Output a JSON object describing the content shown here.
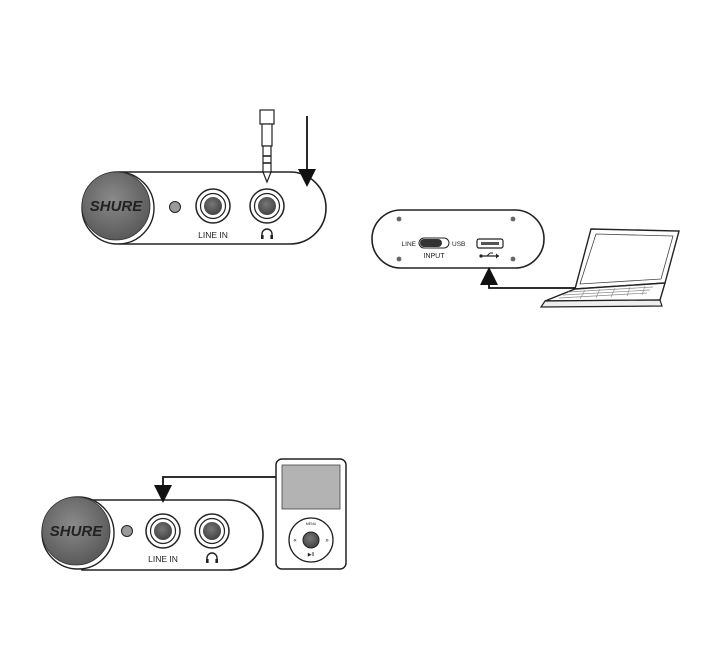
{
  "brand": "SHURE",
  "amp_top": {
    "line_in_label": "LINE IN"
  },
  "amp_bottom": {
    "line_in_label": "LINE IN"
  },
  "amp_back": {
    "switch_left_label": "LINE",
    "switch_right_label": "USB",
    "switch_caption": "INPUT"
  },
  "player": {
    "wheel_top_label": "MENU",
    "wheel_left_label": "«",
    "wheel_right_label": "»",
    "wheel_bottom_label": "▶II"
  },
  "icons": [
    "headphone-icon",
    "usb-icon",
    "laptop-icon",
    "media-player-icon",
    "audio-plug-icon",
    "arrow-icon"
  ],
  "colors": {
    "knob": "#6f6f6f",
    "jack": "#555555",
    "outline": "#222222"
  }
}
